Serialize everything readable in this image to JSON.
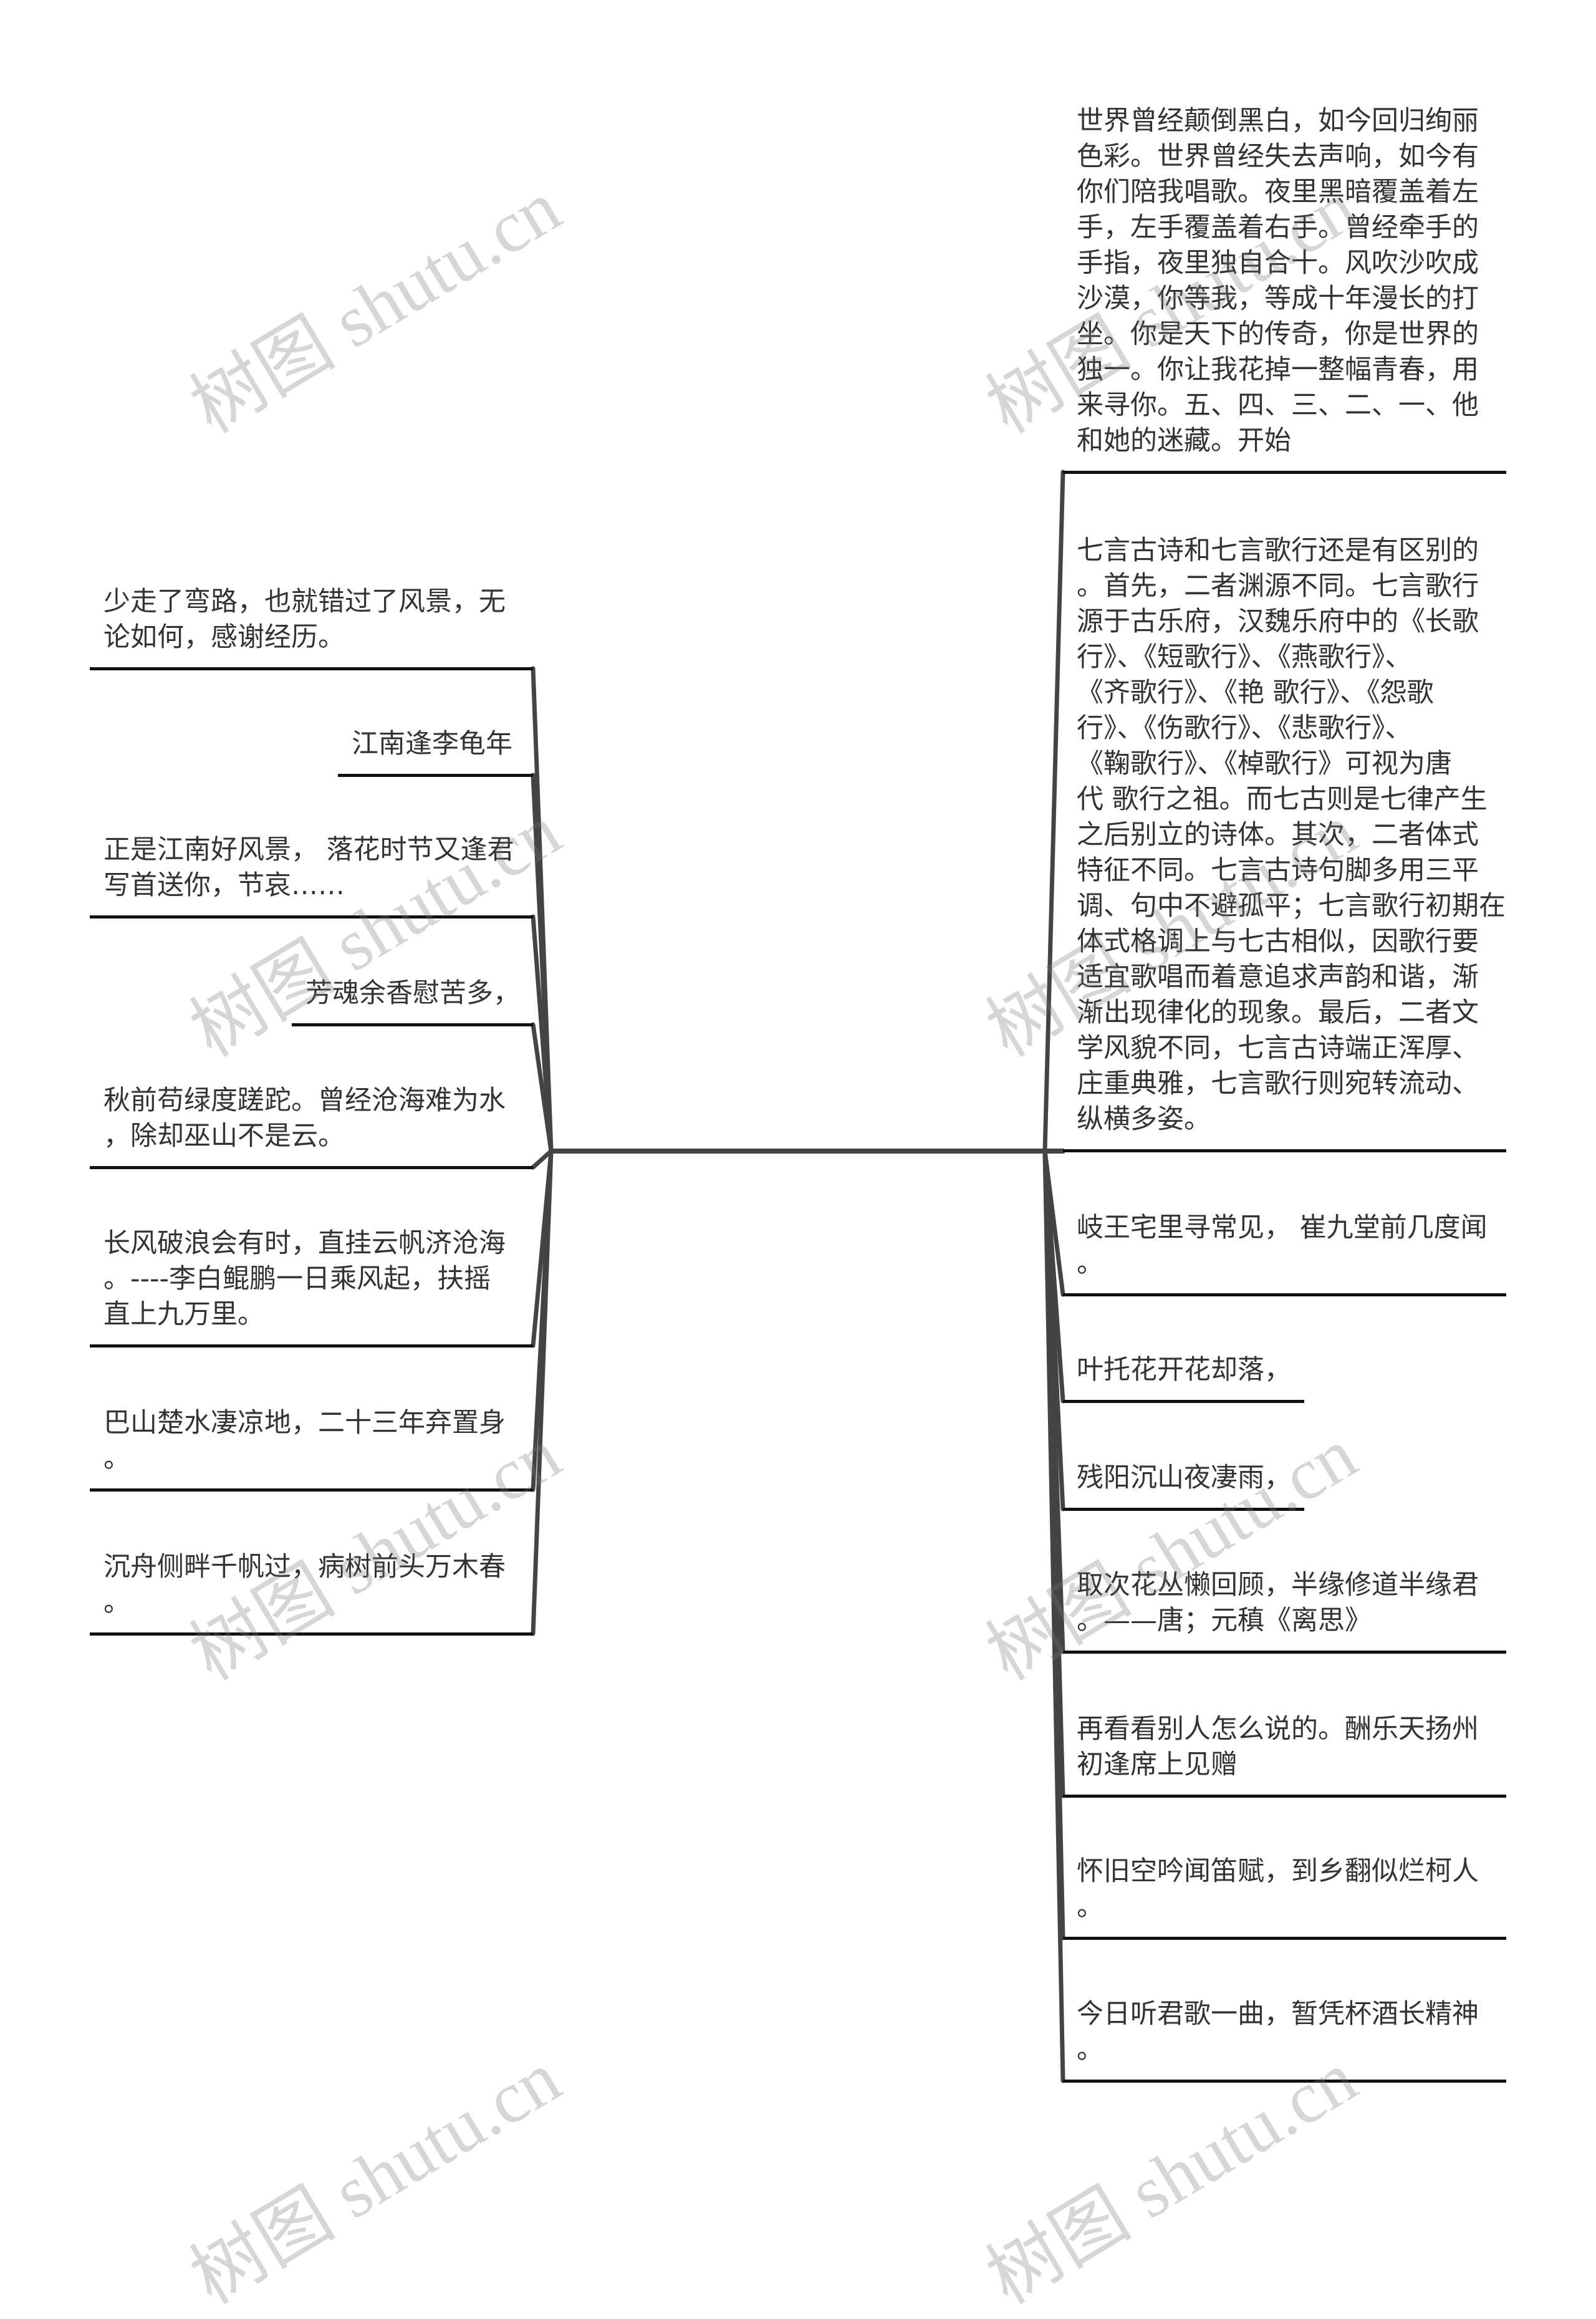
{
  "mindmap": {
    "left_branches": [
      {
        "text": "少走了弯路，也就错过了风景，无\n论如何，感谢经历。"
      },
      {
        "text": "江南逢李龟年"
      },
      {
        "text": "正是江南好风景， 落花时节又逢君\n写首送你，节哀……"
      },
      {
        "text": "芳魂余香慰苦多，"
      },
      {
        "text": "秋前苟绿度蹉跎。曾经沧海难为水\n，除却巫山不是云。"
      },
      {
        "text": "长风破浪会有时，直挂云帆济沧海\n。----李白鲲鹏一日乘风起，扶摇\n直上九万里。"
      },
      {
        "text": "巴山楚水凄凉地，二十三年弃置身\n。"
      },
      {
        "text": "沉舟侧畔千帆过，病树前头万木春\n。"
      }
    ],
    "right_branches": [
      {
        "text": "世界曾经颠倒黑白，如今回归绚丽\n色彩。世界曾经失去声响，如今有\n你们陪我唱歌。夜里黑暗覆盖着左\n手，左手覆盖着右手。曾经牵手的\n手指，夜里独自合十。风吹沙吹成\n沙漠，你等我，等成十年漫长的打\n坐。你是天下的传奇，你是世界的\n独一。你让我花掉一整幅青春，用\n来寻你。五、四、三、二、一、他\n和她的迷藏。开始"
      },
      {
        "text": "七言古诗和七言歌行还是有区别的\n。首先，二者渊源不同。七言歌行\n源于古乐府，汉魏乐府中的《长歌\n行》、《短歌行》、《燕歌行》、\n《齐歌行》、《艳 歌行》、《怨歌\n行》、《伤歌行》、《悲歌行》、\n《鞠歌行》、《棹歌行》可视为唐\n代 歌行之祖。而七古则是七律产生\n之后别立的诗体。其次，二者体式\n特征不同。七言古诗句脚多用三平\n调、句中不避孤平；七言歌行初期在\n体式格调上与七古相似，因歌行要\n适宜歌唱而着意追求声韵和谐，渐\n渐出现律化的现象。最后，二者文\n学风貌不同，七言古诗端正浑厚、\n庄重典雅，七言歌行则宛转流动、\n纵横多姿。"
      },
      {
        "text": "岐王宅里寻常见， 崔九堂前几度闻\n。"
      },
      {
        "text": "叶托花开花却落，"
      },
      {
        "text": "残阳沉山夜凄雨，"
      },
      {
        "text": "取次花丛懒回顾，半缘修道半缘君\n。——唐；元稹《离思》"
      },
      {
        "text": "再看看别人怎么说的。酬乐天扬州\n初逢席上见赠"
      },
      {
        "text": "怀旧空吟闻笛赋，到乡翻似烂柯人\n。"
      },
      {
        "text": "今日听君歌一曲，暂凭杯酒长精神\n。"
      }
    ]
  },
  "watermark": {
    "text": "树图 shutu.cn"
  },
  "colors": {
    "text": "#333333",
    "branch": "#444444",
    "underline": "#111111",
    "watermark": "rgba(120,120,120,0.30)",
    "background": "#ffffff"
  }
}
